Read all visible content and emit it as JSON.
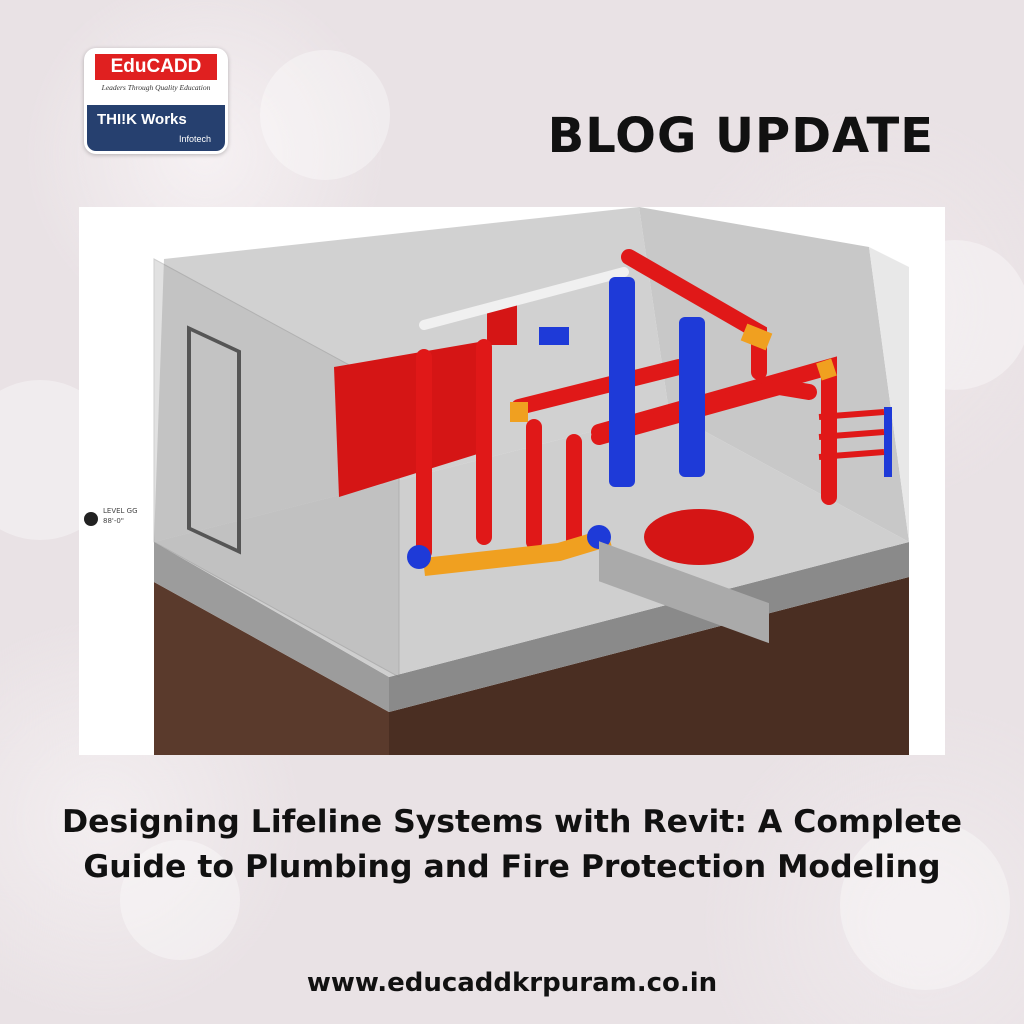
{
  "logo": {
    "brand": "EduCADD",
    "tagline": "Leaders Through Quality Education",
    "partner": "THI!K Works",
    "partner_sub": "Infotech"
  },
  "header": {
    "label": "BLOG UPDATE"
  },
  "hero": {
    "level_label": "LEVEL GG",
    "level_value": "88'-0\""
  },
  "post": {
    "title": "Designing Lifeline Systems with Revit: A Complete Guide to Plumbing and Fire Protection Modeling",
    "url": "www.educaddkrpuram.co.in"
  },
  "colors": {
    "pipe_red": "#e01818",
    "fitting_orange": "#f0a020",
    "valve_blue": "#1e3ad8",
    "logo_red": "#e02020",
    "logo_navy": "#26406f"
  }
}
